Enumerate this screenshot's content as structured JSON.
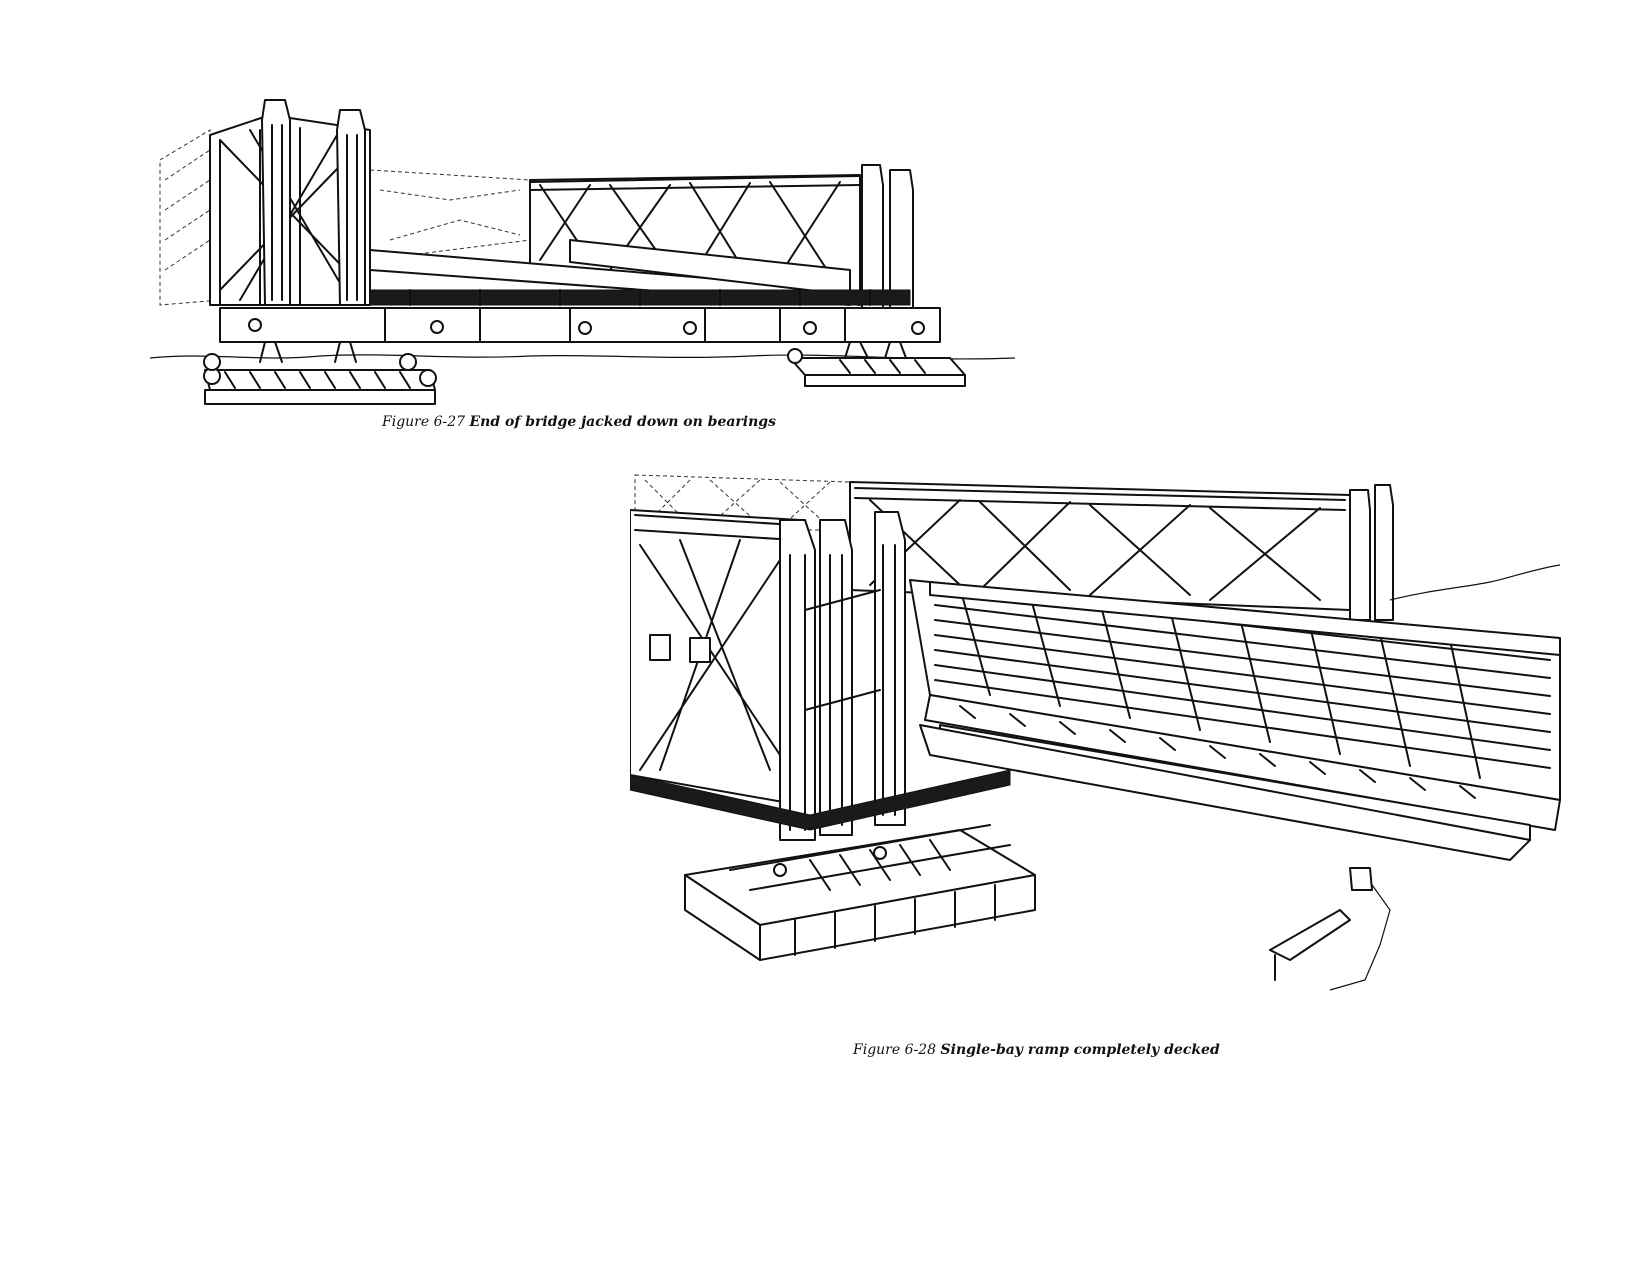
{
  "figures": [
    {
      "number": "Figure 6-27",
      "title": "End of bridge jacked down on bearings"
    },
    {
      "number": "Figure 6-28",
      "title": "Single-bay ramp completely decked"
    }
  ],
  "colors": {
    "ink": "#111111",
    "paper": "#ffffff"
  }
}
